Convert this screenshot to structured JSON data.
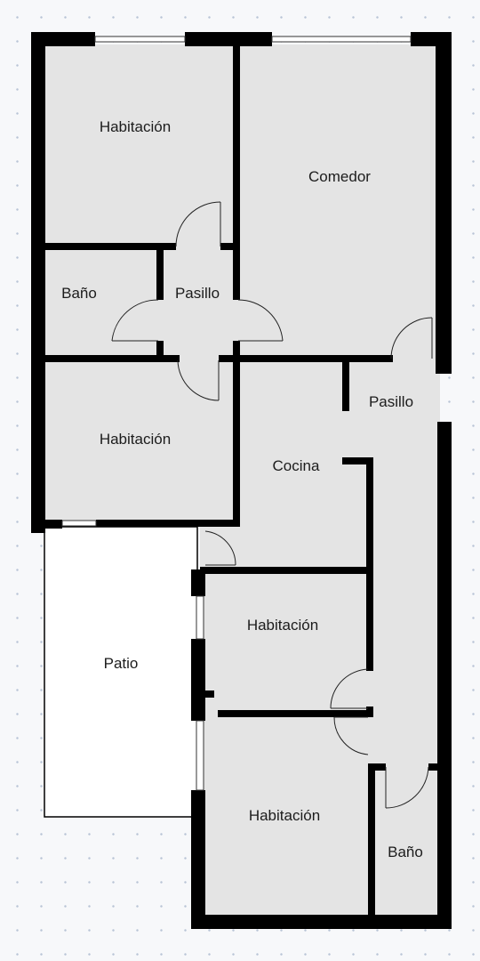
{
  "plan": {
    "rooms": [
      {
        "id": "habitacion-1",
        "label": "Habitación"
      },
      {
        "id": "comedor",
        "label": "Comedor"
      },
      {
        "id": "bano-1",
        "label": "Baño"
      },
      {
        "id": "pasillo-1",
        "label": "Pasillo"
      },
      {
        "id": "pasillo-2",
        "label": "Pasillo"
      },
      {
        "id": "habitacion-2",
        "label": "Habitación"
      },
      {
        "id": "cocina",
        "label": "Cocina"
      },
      {
        "id": "patio",
        "label": "Patio"
      },
      {
        "id": "habitacion-3",
        "label": "Habitación"
      },
      {
        "id": "habitacion-4",
        "label": "Habitación"
      },
      {
        "id": "bano-2",
        "label": "Baño"
      }
    ],
    "colors": {
      "wall": "#000000",
      "floor": "#e4e4e4",
      "patio": "#ffffff",
      "background": "#f7f8fa",
      "grid_dot": "#b9c4d6"
    }
  }
}
